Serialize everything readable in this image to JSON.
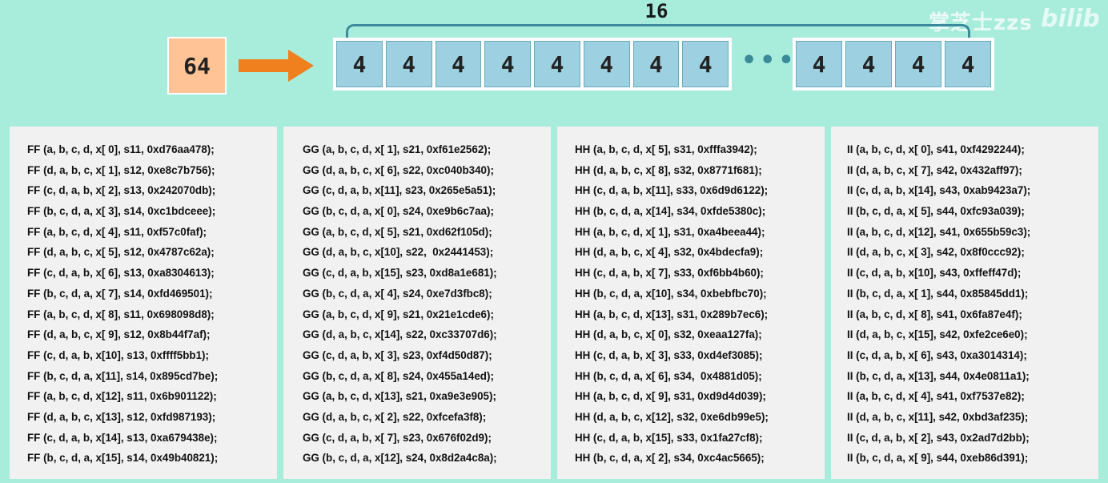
{
  "watermark": {
    "text": "掌芝士zzs",
    "logo": "bilib"
  },
  "diagram": {
    "width_label": "16",
    "input_value": "64",
    "left_cells": [
      "4",
      "4",
      "4",
      "4",
      "4",
      "4",
      "4",
      "4"
    ],
    "ellipsis": "•••",
    "right_cells": [
      "4",
      "4",
      "4",
      "4"
    ]
  },
  "panels": [
    {
      "name": "FF",
      "lines": [
        "FF (a, b, c, d, x[ 0], s11, 0xd76aa478);",
        "FF (d, a, b, c, x[ 1], s12, 0xe8c7b756);",
        "FF (c, d, a, b, x[ 2], s13, 0x242070db);",
        "FF (b, c, d, a, x[ 3], s14, 0xc1bdceee);",
        "FF (a, b, c, d, x[ 4], s11, 0xf57c0faf);",
        "FF (d, a, b, c, x[ 5], s12, 0x4787c62a);",
        "FF (c, d, a, b, x[ 6], s13, 0xa8304613);",
        "FF (b, c, d, a, x[ 7], s14, 0xfd469501);",
        "FF (a, b, c, d, x[ 8], s11, 0x698098d8);",
        "FF (d, a, b, c, x[ 9], s12, 0x8b44f7af);",
        "FF (c, d, a, b, x[10], s13, 0xffff5bb1);",
        "FF (b, c, d, a, x[11], s14, 0x895cd7be);",
        "FF (a, b, c, d, x[12], s11, 0x6b901122);",
        "FF (d, a, b, c, x[13], s12, 0xfd987193);",
        "FF (c, d, a, b, x[14], s13, 0xa679438e);",
        "FF (b, c, d, a, x[15], s14, 0x49b40821);"
      ]
    },
    {
      "name": "GG",
      "lines": [
        "GG (a, b, c, d, x[ 1], s21, 0xf61e2562);",
        "GG (d, a, b, c, x[ 6], s22, 0xc040b340);",
        "GG (c, d, a, b, x[11], s23, 0x265e5a51);",
        "GG (b, c, d, a, x[ 0], s24, 0xe9b6c7aa);",
        "GG (a, b, c, d, x[ 5], s21, 0xd62f105d);",
        "GG (d, a, b, c, x[10], s22,  0x2441453);",
        "GG (c, d, a, b, x[15], s23, 0xd8a1e681);",
        "GG (b, c, d, a, x[ 4], s24, 0xe7d3fbc8);",
        "GG (a, b, c, d, x[ 9], s21, 0x21e1cde6);",
        "GG (d, a, b, c, x[14], s22, 0xc33707d6);",
        "GG (c, d, a, b, x[ 3], s23, 0xf4d50d87);",
        "GG (b, c, d, a, x[ 8], s24, 0x455a14ed);",
        "GG (a, b, c, d, x[13], s21, 0xa9e3e905);",
        "GG (d, a, b, c, x[ 2], s22, 0xfcefa3f8);",
        "GG (c, d, a, b, x[ 7], s23, 0x676f02d9);",
        "GG (b, c, d, a, x[12], s24, 0x8d2a4c8a);"
      ]
    },
    {
      "name": "HH",
      "lines": [
        "HH (a, b, c, d, x[ 5], s31, 0xfffa3942);",
        "HH (d, a, b, c, x[ 8], s32, 0x8771f681);",
        "HH (c, d, a, b, x[11], s33, 0x6d9d6122);",
        "HH (b, c, d, a, x[14], s34, 0xfde5380c);",
        "HH (a, b, c, d, x[ 1], s31, 0xa4beea44);",
        "HH (d, a, b, c, x[ 4], s32, 0x4bdecfa9);",
        "HH (c, d, a, b, x[ 7], s33, 0xf6bb4b60);",
        "HH (b, c, d, a, x[10], s34, 0xbebfbc70);",
        "HH (a, b, c, d, x[13], s31, 0x289b7ec6);",
        "HH (d, a, b, c, x[ 0], s32, 0xeaa127fa);",
        "HH (c, d, a, b, x[ 3], s33, 0xd4ef3085);",
        "HH (b, c, d, a, x[ 6], s34,  0x4881d05);",
        "HH (a, b, c, d, x[ 9], s31, 0xd9d4d039);",
        "HH (d, a, b, c, x[12], s32, 0xe6db99e5);",
        "HH (c, d, a, b, x[15], s33, 0x1fa27cf8);",
        "HH (b, c, d, a, x[ 2], s34, 0xc4ac5665);"
      ]
    },
    {
      "name": "II",
      "lines": [
        "II (a, b, c, d, x[ 0], s41, 0xf4292244);",
        "II (d, a, b, c, x[ 7], s42, 0x432aff97);",
        "II (c, d, a, b, x[14], s43, 0xab9423a7);",
        "II (b, c, d, a, x[ 5], s44, 0xfc93a039);",
        "II (a, b, c, d, x[12], s41, 0x655b59c3);",
        "II (d, a, b, c, x[ 3], s42, 0x8f0ccc92);",
        "II (c, d, a, b, x[10], s43, 0xffeff47d);",
        "II (b, c, d, a, x[ 1], s44, 0x85845dd1);",
        "II (a, b, c, d, x[ 8], s41, 0x6fa87e4f);",
        "II (d, a, b, c, x[15], s42, 0xfe2ce6e0);",
        "II (c, d, a, b, x[ 6], s43, 0xa3014314);",
        "II (b, c, d, a, x[13], s44, 0x4e0811a1);",
        "II (a, b, c, d, x[ 4], s41, 0xf7537e82);",
        "II (d, a, b, c, x[11], s42, 0xbd3af235);",
        "II (c, d, a, b, x[ 2], s43, 0x2ad7d2bb);",
        "II (b, c, d, a, x[ 9], s44, 0xeb86d391);"
      ]
    }
  ],
  "colors": {
    "background": "#a8ecdc",
    "input_box": "#ffc395",
    "arrow": "#f07f1e",
    "cell": "#9dd0e0",
    "bracket": "#3a8a9a",
    "panel": "#f1f1f1"
  }
}
